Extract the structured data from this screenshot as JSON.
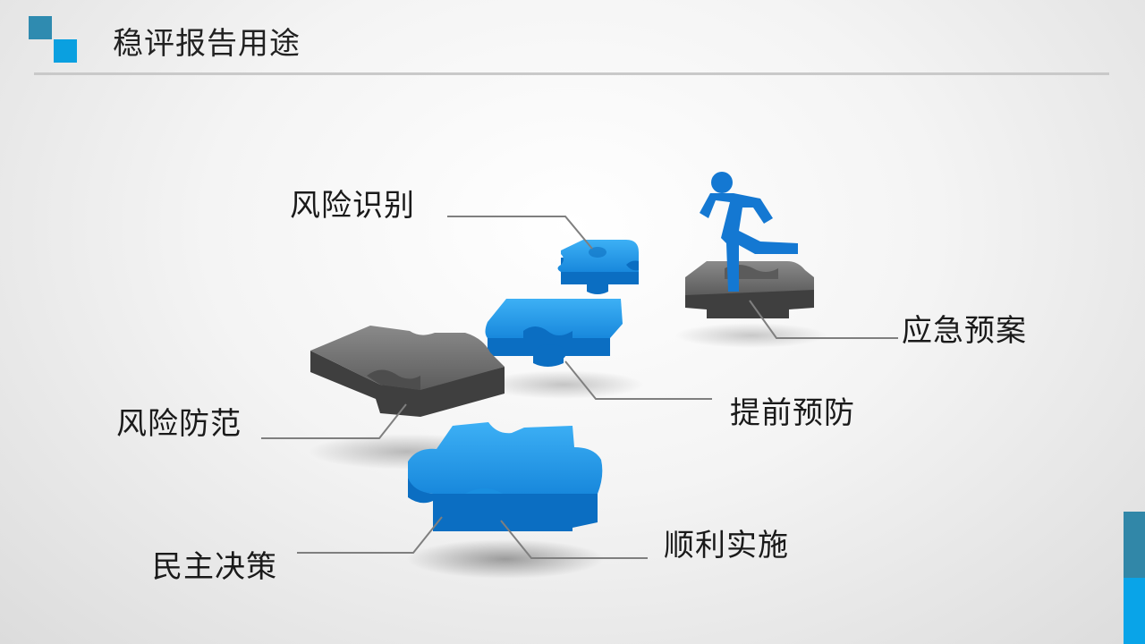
{
  "slide": {
    "title": "稳评报告用途",
    "labels": {
      "risk_identification": "风险识别",
      "emergency_plan": "应急预案",
      "early_prevention": "提前预防",
      "risk_prevention": "风险防范",
      "smooth_implementation": "顺利实施",
      "democratic_decision": "民主决策"
    }
  },
  "colors": {
    "logo_dark": "#2f8bb0",
    "logo_light": "#0aa0e0",
    "puzzle_blue": "#1a8fe0",
    "puzzle_blue_dark": "#0b6ec2",
    "puzzle_gray": "#6a6a6a",
    "puzzle_gray_dark": "#3f3f3f",
    "runner": "#1478d2",
    "leader_line": "#7f7f7f",
    "side_bar_top": "#3187a8",
    "side_bar_bottom": "#09a4e8"
  },
  "icons": {
    "logo": "squares-logo-icon",
    "runner": "running-man-icon"
  }
}
